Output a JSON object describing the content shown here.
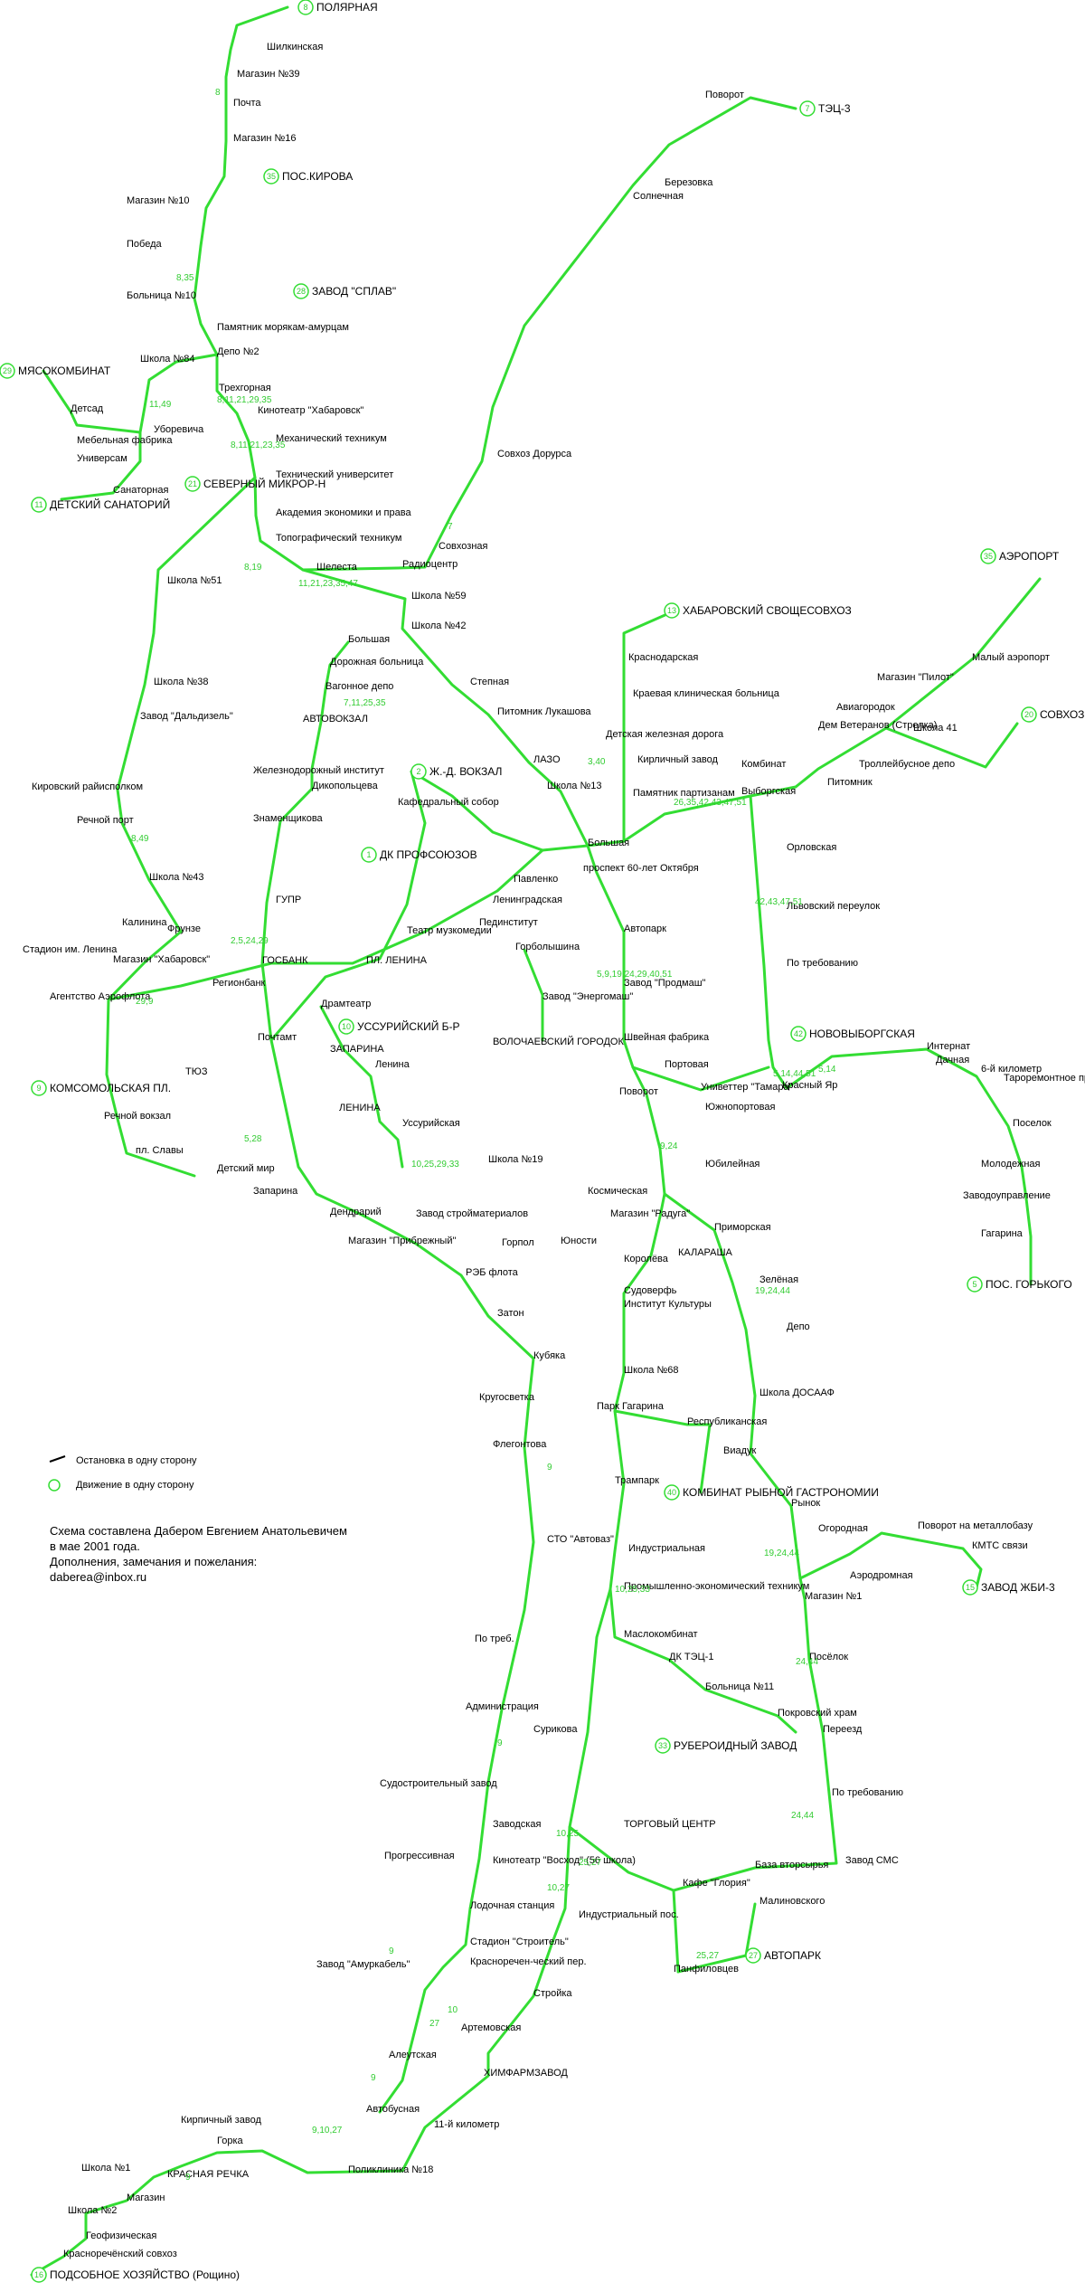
{
  "line_color": "#33dd33",
  "stops": [
    [
      "ПОЛЯРНАЯ",
      330,
      8,
      "r",
      "8"
    ],
    [
      "Шилкинская",
      295,
      55
    ],
    [
      "Магазин №39",
      262,
      85
    ],
    [
      "Почта",
      258,
      117
    ],
    [
      "Магазин №16",
      258,
      156
    ],
    [
      "ПОС.КИРОВА",
      292,
      195,
      "r",
      "35"
    ],
    [
      "Магазин №10",
      140,
      225
    ],
    [
      "Победа",
      140,
      273
    ],
    [
      "Больница №10",
      140,
      330
    ],
    [
      "ЗАВОД \"СПЛАВ\"",
      325,
      322,
      "r",
      "28"
    ],
    [
      "Памятник морякам-амурцам",
      240,
      365
    ],
    [
      "Депо №2",
      240,
      392
    ],
    [
      "Школа №84",
      155,
      400
    ],
    [
      "МЯСОКОМБИНАТ",
      0,
      410,
      "r",
      "29"
    ],
    [
      "Детсад",
      78,
      455
    ],
    [
      "Трехгорная",
      242,
      432
    ],
    [
      "Кинотеатр \"Хабаровск\"",
      285,
      457
    ],
    [
      "Мебельная фабрика",
      85,
      490
    ],
    [
      "Уборевича",
      170,
      478
    ],
    [
      "Механический техникум",
      305,
      488
    ],
    [
      "Универсам",
      85,
      510
    ],
    [
      "Санаторная",
      125,
      545
    ],
    [
      "ДЕТСКИЙ САНАТОРИЙ",
      35,
      558,
      "r",
      "11"
    ],
    [
      "СЕВЕРНЫЙ МИКРОР-Н",
      205,
      535,
      "r",
      "21"
    ],
    [
      "Технический университет",
      305,
      528
    ],
    [
      "Академия экономики и права",
      305,
      570
    ],
    [
      "Топографический техникум",
      305,
      598
    ],
    [
      "Шелеста",
      350,
      630
    ],
    [
      "Школа №51",
      185,
      645
    ],
    [
      "Радиоцентр",
      445,
      627
    ],
    [
      "Совхозная",
      485,
      607
    ],
    [
      "Совхоз Дорурса",
      550,
      505
    ],
    [
      "Школа №59",
      455,
      662
    ],
    [
      "Школа №42",
      455,
      695
    ],
    [
      "Большая",
      385,
      710
    ],
    [
      "Дорожная больница",
      365,
      735
    ],
    [
      "Вагонное депо",
      360,
      762
    ],
    [
      "Школа №38",
      170,
      757
    ],
    [
      "Степная",
      520,
      757
    ],
    [
      "Питомник Лукашова",
      550,
      790
    ],
    [
      "АВТОВОКЗАЛ",
      335,
      798
    ],
    [
      "Завод \"Дальдизель\"",
      155,
      795
    ],
    [
      "ЛАЗО",
      590,
      843
    ],
    [
      "Железнодорожный институт",
      280,
      855
    ],
    [
      "Ж.-Д. ВОКЗАЛ",
      455,
      853,
      "r",
      "2"
    ],
    [
      "Кировский райисполком",
      35,
      873
    ],
    [
      "Школа №13",
      605,
      872
    ],
    [
      "Дикопольцева",
      345,
      872
    ],
    [
      "Речной порт",
      85,
      910
    ],
    [
      "Кафедральный собор",
      440,
      890
    ],
    [
      "Знаменщикова",
      280,
      908
    ],
    [
      "ДК ПРОФСОЮЗОВ",
      400,
      945,
      "r",
      "1"
    ],
    [
      "Большая",
      650,
      935
    ],
    [
      "Школа №43",
      165,
      973
    ],
    [
      "проспект 60-лет Октября",
      645,
      963
    ],
    [
      "Павленко",
      568,
      975
    ],
    [
      "Ленинградская",
      545,
      998
    ],
    [
      "Калинина",
      135,
      1023
    ],
    [
      "ГУПР",
      305,
      998
    ],
    [
      "Фрунзе",
      185,
      1030
    ],
    [
      "Стадион им. Ленина",
      25,
      1053
    ],
    [
      "Пединститут",
      530,
      1023
    ],
    [
      "Театр музкомедии",
      450,
      1032
    ],
    [
      "Автопарк",
      690,
      1030
    ],
    [
      "Магазин \"Хабаровск\"",
      125,
      1064
    ],
    [
      "Горболышина",
      570,
      1050
    ],
    [
      "ГОСБАНК",
      290,
      1065
    ],
    [
      "Регионбанк",
      235,
      1090
    ],
    [
      "ПЛ. ЛЕНИНА",
      405,
      1065
    ],
    [
      "Завод \"Энергомаш\"",
      600,
      1105
    ],
    [
      "Агентство Аэрофлота",
      55,
      1105
    ],
    [
      "Завод \"Продмаш\"",
      690,
      1090
    ],
    [
      "ВОЛОЧАЕВСКИЙ ГОРОДОК",
      545,
      1155
    ],
    [
      "Драмтеатр",
      355,
      1113
    ],
    [
      "УССУРИЙСКИЙ Б-Р",
      375,
      1135,
      "r",
      "10"
    ],
    [
      "Почтамт",
      285,
      1150
    ],
    [
      "ЗАПАРИНА",
      365,
      1163
    ],
    [
      "Швейная фабрика",
      690,
      1150
    ],
    [
      "ТЮЗ",
      205,
      1188
    ],
    [
      "КОМСОМОЛЬСКАЯ ПЛ.",
      35,
      1203,
      "r",
      "9"
    ],
    [
      "Ленина",
      415,
      1180
    ],
    [
      "Портовая",
      735,
      1180
    ],
    [
      "Поворот",
      685,
      1210
    ],
    [
      "ЛЕНИНА",
      375,
      1228
    ],
    [
      "Речной вокзал",
      115,
      1237
    ],
    [
      "Уссурийская",
      445,
      1245
    ],
    [
      "Южнопортовая",
      780,
      1227
    ],
    [
      "пл. Славы",
      150,
      1275
    ],
    [
      "Детский мир",
      240,
      1295
    ],
    [
      "Школа №19",
      540,
      1285
    ],
    [
      "Юбилейная",
      780,
      1290
    ],
    [
      "Запарина",
      280,
      1320
    ],
    [
      "Дендрарий",
      365,
      1343
    ],
    [
      "Завод стройматериалов",
      460,
      1345
    ],
    [
      "Космическая",
      650,
      1320
    ],
    [
      "Магазин \"Радуга\"",
      675,
      1345
    ],
    [
      "Приморская",
      790,
      1360
    ],
    [
      "Магазин \"Прибрежный\"",
      385,
      1375
    ],
    [
      "Юности",
      620,
      1375
    ],
    [
      "Горпол",
      555,
      1377
    ],
    [
      "КАЛАРАША",
      750,
      1388
    ],
    [
      "Королёва",
      690,
      1395
    ],
    [
      "РЭБ флота",
      515,
      1410
    ],
    [
      "Зелёная",
      840,
      1418
    ],
    [
      "Судоверфь",
      690,
      1430
    ],
    [
      "Институт Культуры",
      690,
      1445
    ],
    [
      "Затон",
      550,
      1455
    ],
    [
      "Депо",
      870,
      1470
    ],
    [
      "Кубяка",
      590,
      1502
    ],
    [
      "Школа №68",
      690,
      1518
    ],
    [
      "Кругосветка",
      530,
      1548
    ],
    [
      "Школа ДОСААФ",
      840,
      1543
    ],
    [
      "Парк Гагарина",
      660,
      1558
    ],
    [
      "Республиканская",
      760,
      1575
    ],
    [
      "Флегонтова",
      545,
      1600
    ],
    [
      "Виадук",
      800,
      1607
    ],
    [
      "Трампарк",
      680,
      1640
    ],
    [
      "КОМБИНАТ РЫБНОЙ ГАСТРОНОМИИ",
      735,
      1650,
      "r",
      "40"
    ],
    [
      "СТО \"Автоваз\"",
      605,
      1705
    ],
    [
      "Рынок",
      875,
      1665
    ],
    [
      "Индустриальная",
      695,
      1715
    ],
    [
      "Огородная",
      905,
      1693
    ],
    [
      "Поворот на металлобазу",
      1015,
      1690
    ],
    [
      "КМТС связи",
      1075,
      1712
    ],
    [
      "Аэродромная",
      940,
      1745
    ],
    [
      "Промышленно-экономический техникум",
      690,
      1757
    ],
    [
      "ЗАВОД ЖБИ-3",
      1065,
      1755,
      "r",
      "15"
    ],
    [
      "Магазин №1",
      890,
      1768
    ],
    [
      "По треб.",
      525,
      1815
    ],
    [
      "Маслокомбинат",
      690,
      1810
    ],
    [
      "ДК ТЭЦ-1",
      740,
      1835
    ],
    [
      "Посёлок",
      895,
      1835
    ],
    [
      "Больница №11",
      780,
      1868
    ],
    [
      "Администрация",
      515,
      1890
    ],
    [
      "Покровский храм",
      860,
      1897
    ],
    [
      "Сурикова",
      590,
      1915
    ],
    [
      "РУБЕРОИДНЫЙ ЗАВОД",
      725,
      1930,
      "r",
      "33"
    ],
    [
      "Переезд",
      910,
      1915
    ],
    [
      "Судостроительный завод",
      420,
      1975
    ],
    [
      "По требованию",
      920,
      1985
    ],
    [
      "ТОРГОВЫЙ ЦЕНТР",
      690,
      2020
    ],
    [
      "Заводская",
      545,
      2020
    ],
    [
      "Прогрессивная",
      425,
      2055
    ],
    [
      "Кинотеатр \"Восход\" (56 школа)",
      545,
      2060
    ],
    [
      "Кафе \"Глория\"",
      755,
      2085
    ],
    [
      "База вторсырья",
      835,
      2065
    ],
    [
      "Завод СМС",
      935,
      2060
    ],
    [
      "Лодочная станция",
      520,
      2110
    ],
    [
      "Малиновского",
      840,
      2105
    ],
    [
      "Индустриальный пос.",
      640,
      2120
    ],
    [
      "Стадион \"Строитель\"",
      520,
      2150
    ],
    [
      "АВТОПАРК",
      825,
      2162,
      "r",
      "27"
    ],
    [
      "Завод \"Амуркабель\"",
      350,
      2175
    ],
    [
      "Красноречен-ческий пер.",
      520,
      2172
    ],
    [
      "Панфиловцев",
      745,
      2180
    ],
    [
      "Стройка",
      590,
      2207
    ],
    [
      "Артемовская",
      510,
      2245
    ],
    [
      "ХИМФАРМЗАВОД",
      535,
      2295
    ],
    [
      "Алеутская",
      430,
      2275
    ],
    [
      "Автобусная",
      405,
      2335
    ],
    [
      "11-й километр",
      480,
      2352
    ],
    [
      "Кирпичный завод",
      200,
      2347
    ],
    [
      "Горка",
      240,
      2370
    ],
    [
      "Поликлиника №18",
      385,
      2402
    ],
    [
      "КРАСНАЯ РЕЧКА",
      185,
      2407
    ],
    [
      "Школа №1",
      90,
      2400
    ],
    [
      "Магазин",
      140,
      2433
    ],
    [
      "Школа №2",
      75,
      2447
    ],
    [
      "Геофизическая",
      95,
      2475
    ],
    [
      "Красноречёнский совхоз",
      70,
      2495
    ],
    [
      "ПОДСОБНОЕ ХОЗЯЙСТВО (Рощино)",
      35,
      2515,
      "r",
      "16"
    ],
    [
      "Поворот",
      780,
      108
    ],
    [
      "ТЭЦ-3",
      885,
      120,
      "r",
      "7"
    ],
    [
      "Березовка",
      735,
      205
    ],
    [
      "Солнечная",
      700,
      220
    ],
    [
      "АЭРОПОРТ",
      1085,
      615,
      "r",
      "35"
    ],
    [
      "ХАБАРОВСКИЙ СВОЩЕСОВХОЗ",
      735,
      675,
      "r",
      "13"
    ],
    [
      "Малый аэропорт",
      1075,
      730
    ],
    [
      "Краснодарская",
      695,
      730
    ],
    [
      "Магазин \"Пилот\"",
      970,
      752
    ],
    [
      "Краевая клиническая больница",
      700,
      770
    ],
    [
      "Авиагородок",
      925,
      785
    ],
    [
      "СОВХОЗ ИМ. ЛЕНИНА",
      1130,
      790,
      "r",
      "20"
    ],
    [
      "Дем Ветеранов (Стрелка)",
      905,
      805
    ],
    [
      "Школа 41",
      1010,
      808
    ],
    [
      "Детская железная дорога",
      670,
      815
    ],
    [
      "Комбинат",
      820,
      848
    ],
    [
      "Троллейбусное депо",
      950,
      848
    ],
    [
      "Кирличный завод",
      705,
      843
    ],
    [
      "Выборгская",
      820,
      878
    ],
    [
      "Питомник",
      915,
      868
    ],
    [
      "Памятник партизанам",
      700,
      880
    ],
    [
      "Орловская",
      870,
      940
    ],
    [
      "Львовский переулок",
      870,
      1005
    ],
    [
      "По требованию",
      870,
      1068
    ],
    [
      "НОВОВЫБОРГСКАЯ",
      875,
      1143,
      "r",
      "42"
    ],
    [
      "Интернат",
      1025,
      1160
    ],
    [
      "Дачная",
      1035,
      1175
    ],
    [
      "6-й километр",
      1085,
      1185
    ],
    [
      "Тароремонтное предприятие",
      1110,
      1195
    ],
    [
      "Униветтер \"Тамара\"",
      775,
      1205
    ],
    [
      "Красный Яр",
      865,
      1203
    ],
    [
      "Поселок",
      1120,
      1245
    ],
    [
      "Молодежная",
      1085,
      1290
    ],
    [
      "Заводоуправление",
      1065,
      1325
    ],
    [
      "Гагарина",
      1085,
      1367
    ],
    [
      "ПОС. ГОРЬКОГО",
      1070,
      1420,
      "r",
      "5"
    ]
  ],
  "legend": {
    "one_way_stop": "Остановка в одну сторону",
    "one_way_move": "Движение в одну сторону"
  },
  "credits": [
    "Схема составлена Дабером Евгением Анатольевичем",
    "в мае 2001 года.",
    "Дополнения, замечания и пожелания:",
    "daberea@inbox.ru"
  ],
  "route_labels": [
    [
      "8",
      238,
      105
    ],
    [
      "8,35",
      195,
      310
    ],
    [
      "11,49",
      165,
      450
    ],
    [
      "8,11,21,29,35",
      240,
      445
    ],
    [
      "8,11,21,23,35",
      255,
      495
    ],
    [
      "8,19",
      270,
      630
    ],
    [
      "11,21,23,35,47",
      330,
      648
    ],
    [
      "7",
      495,
      585
    ],
    [
      "7,11,25,35",
      380,
      780
    ],
    [
      "3,40",
      650,
      845
    ],
    [
      "26,35,42,43,47,51",
      745,
      890
    ],
    [
      "42,43,47,51",
      835,
      1000
    ],
    [
      "5,14,44,51",
      855,
      1190
    ],
    [
      "5,14",
      905,
      1185
    ],
    [
      "19,24,44",
      835,
      1430
    ],
    [
      "19,24,44",
      845,
      1720
    ],
    [
      "24,44",
      880,
      1840
    ],
    [
      "10,25,33",
      680,
      1760
    ],
    [
      "9",
      605,
      1625
    ],
    [
      "9",
      550,
      1930
    ],
    [
      "9",
      430,
      2160
    ],
    [
      "27",
      475,
      2240
    ],
    [
      "10",
      495,
      2225
    ],
    [
      "9",
      410,
      2300
    ],
    [
      "9,10,27",
      345,
      2358
    ],
    [
      "9",
      205,
      2410
    ],
    [
      "10,25,29,33",
      455,
      1290
    ],
    [
      "5,9,19,24,29,40,51",
      660,
      1080
    ],
    [
      "9,24",
      730,
      1270
    ],
    [
      "24,44",
      875,
      2010
    ],
    [
      "25,27",
      770,
      2165
    ],
    [
      "10,25",
      615,
      2030
    ],
    [
      "25,27",
      640,
      2062
    ],
    [
      "10,27",
      605,
      2090
    ],
    [
      "29,9",
      150,
      1110
    ],
    [
      "5,28",
      270,
      1262
    ],
    [
      "8,49",
      145,
      930
    ],
    [
      "2,5,24,29",
      255,
      1043
    ]
  ]
}
